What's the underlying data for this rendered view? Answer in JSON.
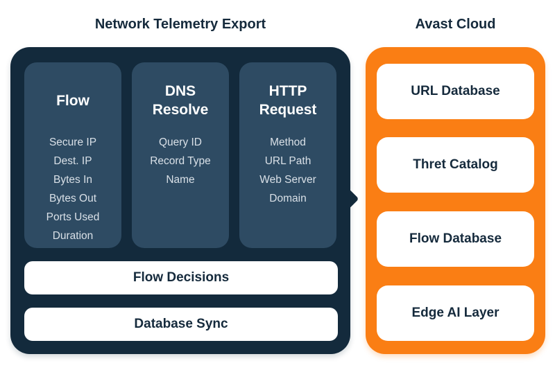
{
  "titles": {
    "left": "Network Telemetry Export",
    "right": "Avast Cloud"
  },
  "telemetry_panel": {
    "columns": [
      {
        "heading": "Flow",
        "items": [
          "Secure IP",
          "Dest. IP",
          "Bytes In",
          "Bytes Out",
          "Ports Used",
          "Duration"
        ]
      },
      {
        "heading": "DNS Resolve",
        "items": [
          "Query ID",
          "Record Type",
          "Name"
        ]
      },
      {
        "heading": "HTTP Request",
        "items": [
          "Method",
          "URL Path",
          "Web Server Domain"
        ]
      }
    ],
    "bars": [
      "Flow Decisions",
      "Database Sync"
    ]
  },
  "cloud_panel": {
    "boxes": [
      "URL Database",
      "Thret Catalog",
      "Flow Database",
      "Edge AI Layer"
    ]
  },
  "colors": {
    "panel_dark": "#132A3C",
    "column_fill": "#2E4B63",
    "cloud_orange": "#FA7E14",
    "text_light": "#D9E0E7",
    "text_dark": "#152A3C",
    "box_white": "#FFFFFF"
  }
}
